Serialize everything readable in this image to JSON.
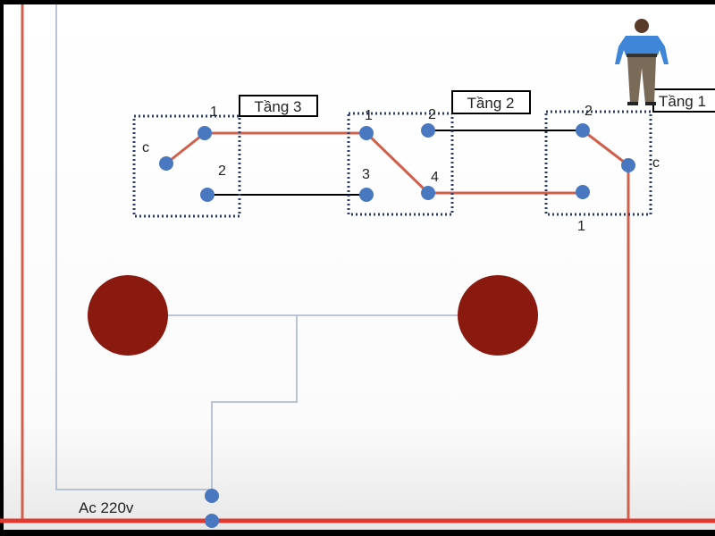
{
  "floors": [
    {
      "label": "Tầng 3",
      "terminals": {
        "common": "c",
        "t1": "1",
        "t2": "2"
      }
    },
    {
      "label": "Tầng 2",
      "terminals": {
        "t1": "1",
        "t2": "2",
        "t3": "3",
        "t4": "4"
      }
    },
    {
      "label": "Tầng 1",
      "terminals": {
        "common": "c",
        "t1": "1",
        "t2": "2"
      }
    }
  ],
  "supply_label": "Ac  220v",
  "colors": {
    "live": "#d0604c",
    "neutral": "#b8c4d4",
    "lamp": "#8a1a10",
    "terminal": "#4a78c0",
    "switch_wire": "#000000"
  }
}
